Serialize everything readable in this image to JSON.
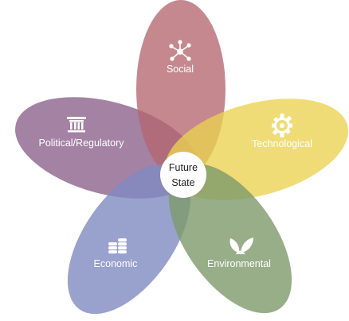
{
  "center": {
    "line1": "Future",
    "line2": "State"
  },
  "petals": [
    {
      "id": "social",
      "label": "Social",
      "color": "#b5676f",
      "icon": "network-nodes-icon"
    },
    {
      "id": "technological",
      "label": "Technological",
      "color": "#ead24f",
      "icon": "gear-icon"
    },
    {
      "id": "environmental",
      "label": "Environmental",
      "color": "#7d9a6b",
      "icon": "leaves-icon"
    },
    {
      "id": "economic",
      "label": "Economic",
      "color": "#7f89c0",
      "icon": "coin-stack-icon"
    },
    {
      "id": "political",
      "label": "Political/Regulatory",
      "color": "#8a5f8b",
      "icon": "pillar-building-icon"
    }
  ]
}
